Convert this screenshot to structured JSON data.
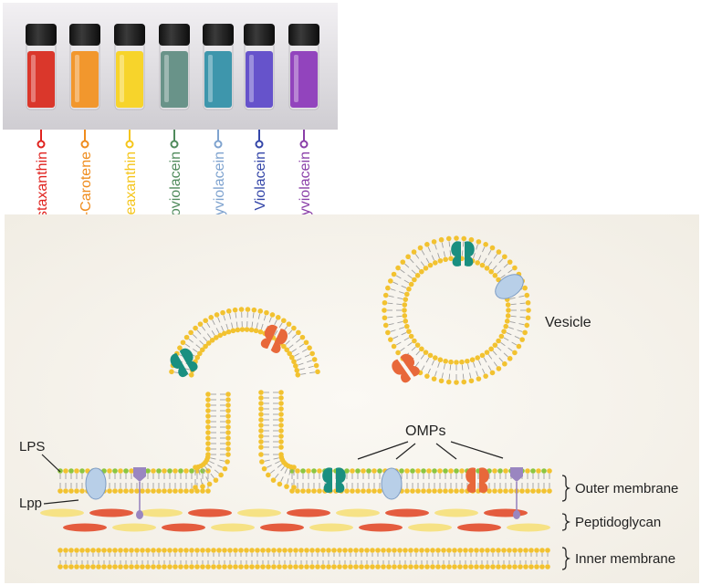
{
  "pigments": [
    {
      "name": "Astaxanthin",
      "color": "#e0231f",
      "liquid": "#d8281a"
    },
    {
      "name": "β-Carotene",
      "color": "#ef8c1d",
      "liquid": "#f2901c"
    },
    {
      "name": "Zeaxanthin",
      "color": "#f5c51a",
      "liquid": "#f7d21a"
    },
    {
      "name": "Proviolacein",
      "color": "#4f8a5b",
      "liquid": "#5d8c80"
    },
    {
      "name": "Prodeoxyviolacein",
      "color": "#7fa3cf",
      "liquid": "#2f8fa6"
    },
    {
      "name": "Violacein",
      "color": "#3446a8",
      "liquid": "#5a46c8"
    },
    {
      "name": "Deoxyviolacein",
      "color": "#8a3fa8",
      "liquid": "#8a36b8"
    }
  ],
  "membranes": [
    {
      "label": "Outer membrane"
    },
    {
      "label": "Peptidoglycan"
    },
    {
      "label": "Inner membrane"
    }
  ],
  "labels": {
    "lps": "LPS",
    "lpp": "Lpp",
    "omps": "OMPs",
    "vesicle": "Vesicle"
  },
  "colors": {
    "lipid_head": "#f2c230",
    "lipid_tail": "#a0a0a0",
    "lps_green": "#8cc63f",
    "omp_teal": "#1a8f80",
    "omp_orange": "#e8683a",
    "omp_blue": "#b8cfe8",
    "lpp_purple": "#9a86c0",
    "pg_red": "#e24b2b",
    "pg_yellow": "#f6e07a",
    "panel_bg": "#f7f4ee"
  }
}
